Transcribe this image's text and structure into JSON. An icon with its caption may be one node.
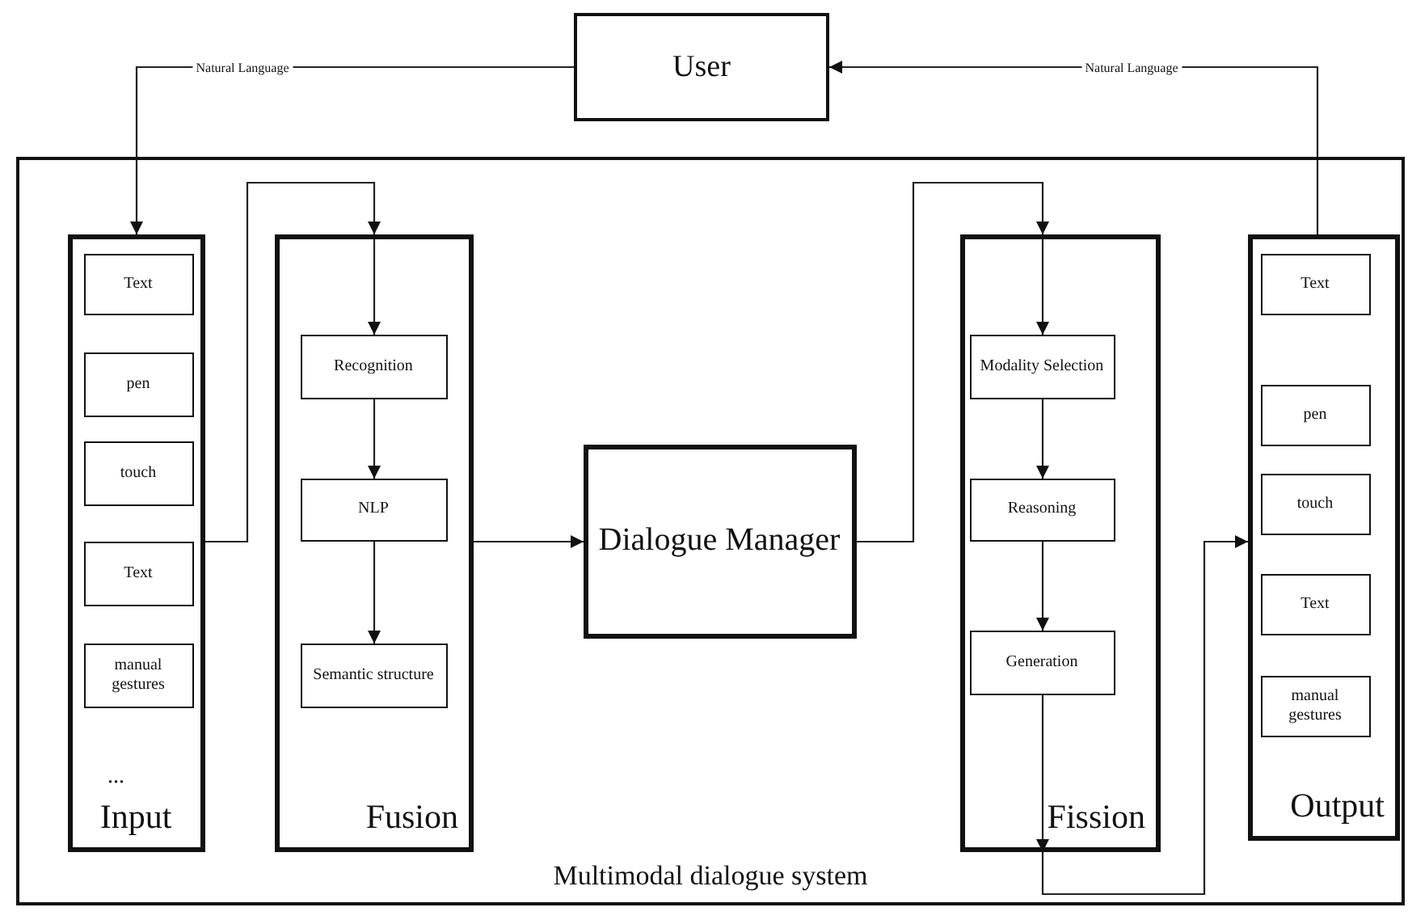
{
  "diagram": {
    "nodes": [
      {
        "text": [
          "User"
        ]
      },
      {
        "text": [
          "Multimodal dialogue system"
        ]
      },
      {
        "text": [
          "...",
          "Input"
        ],
        "in": 1
      },
      {
        "text": [
          "Text"
        ],
        "in": 2
      },
      {
        "text": [
          "pen"
        ],
        "in": 2
      },
      {
        "text": [
          "touch"
        ],
        "in": 2
      },
      {
        "text": [
          "Text"
        ],
        "in": 2
      },
      {
        "text": [
          "manual gestures"
        ],
        "in": 2
      },
      {
        "text": [
          "Fusion"
        ],
        "in": 1
      },
      {
        "text": [
          "Recognition"
        ],
        "in": 8
      },
      {
        "text": [
          "NLP"
        ],
        "in": 8
      },
      {
        "text": [
          "Semantic structure"
        ],
        "in": 8
      },
      {
        "text": [
          "Dialogue Manager"
        ],
        "in": 1
      },
      {
        "text": [
          "Fission"
        ],
        "in": 1
      },
      {
        "text": [
          "Modality Selection"
        ],
        "in": 13
      },
      {
        "text": [
          "Reasoning"
        ],
        "in": 13
      },
      {
        "text": [
          "Generation"
        ],
        "in": 13
      },
      {
        "text": [
          "Output"
        ],
        "in": 1
      },
      {
        "text": [
          "Text"
        ],
        "in": 17
      },
      {
        "text": [
          "pen"
        ],
        "in": 17
      },
      {
        "text": [
          "touch"
        ],
        "in": 17
      },
      {
        "text": [
          "Text"
        ],
        "in": 17
      },
      {
        "text": [
          "manual gestures"
        ],
        "in": 17
      }
    ],
    "edges": [
      {
        "from": 0,
        "to": 2,
        "arrow": "to",
        "label": "Natural Language"
      },
      {
        "from": 17,
        "to": 0,
        "arrow": "to",
        "label": "Natural Language"
      },
      {
        "from": 2,
        "to": 8,
        "arrow": "to"
      },
      {
        "from": 8,
        "to": 9,
        "arrow": "to"
      },
      {
        "from": 9,
        "to": 10,
        "arrow": "to"
      },
      {
        "from": 10,
        "to": 11,
        "arrow": "to"
      },
      {
        "from": 8,
        "to": 12,
        "arrow": "to"
      },
      {
        "from": 12,
        "to": 13,
        "arrow": "to"
      },
      {
        "from": 13,
        "to": 14,
        "arrow": "to"
      },
      {
        "from": 14,
        "to": 15,
        "arrow": "to"
      },
      {
        "from": 15,
        "to": 16,
        "arrow": "to"
      },
      {
        "from": 16,
        "to": 13,
        "arrow": "to"
      },
      {
        "from": 13,
        "to": 17,
        "arrow": "to"
      }
    ]
  }
}
